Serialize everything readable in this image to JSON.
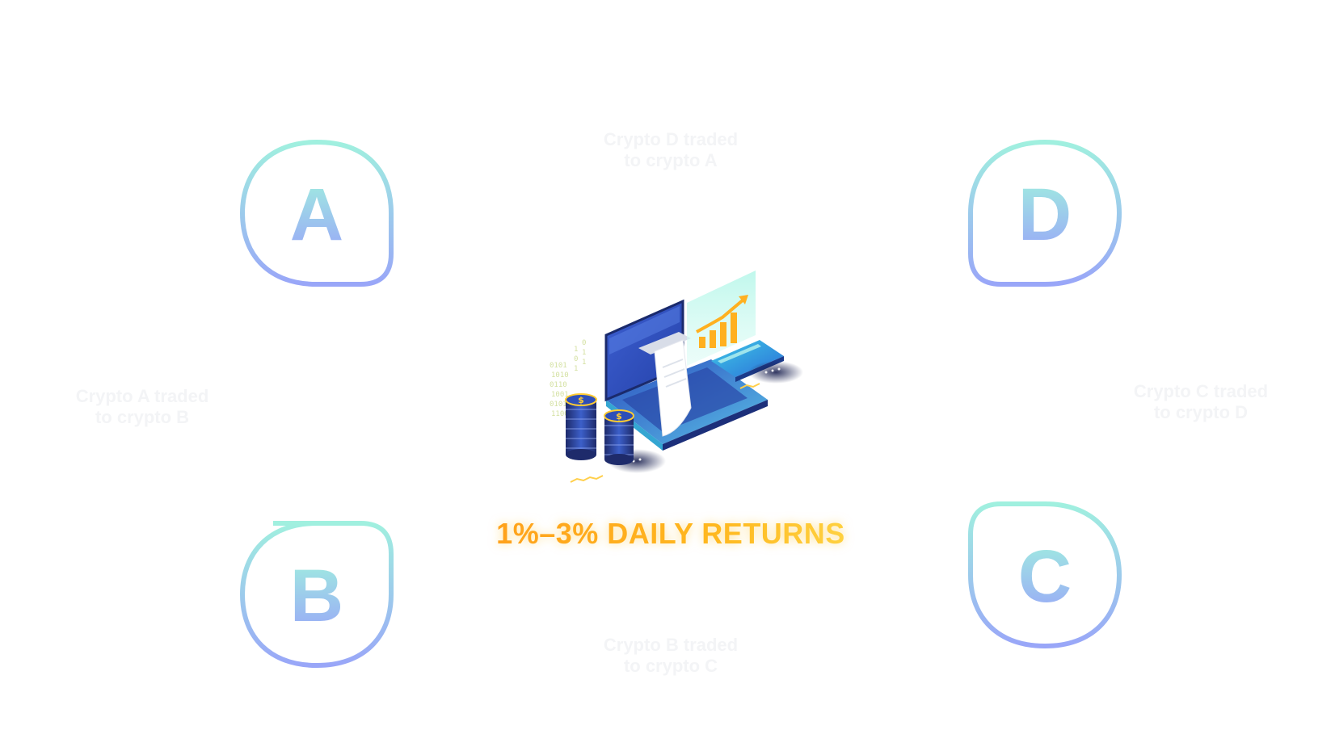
{
  "nodes": {
    "a": {
      "letter": "A"
    },
    "b": {
      "letter": "B"
    },
    "c": {
      "letter": "C"
    },
    "d": {
      "letter": "D"
    }
  },
  "captions": {
    "top": {
      "line1": "Crypto D traded",
      "line2": "to crypto A"
    },
    "left": {
      "line1": "Crypto A traded",
      "line2": "to crypto B"
    },
    "right": {
      "line1": "Crypto C traded",
      "line2": "to crypto D"
    },
    "bottom": {
      "line1": "Crypto B traded",
      "line2": "to crypto C"
    }
  },
  "headline": "1%–3% DAILY RETURNS",
  "colors": {
    "node_gradient_top": "#9ff0e0",
    "node_gradient_bottom": "#9aa8f8",
    "headline_orange": "#ffa51c",
    "caption_gray": "#f3f4f6"
  },
  "icons": [
    "laptop-icon",
    "coin-stack-icon",
    "chart-panel-icon",
    "credit-card-icon",
    "receipt-icon"
  ]
}
